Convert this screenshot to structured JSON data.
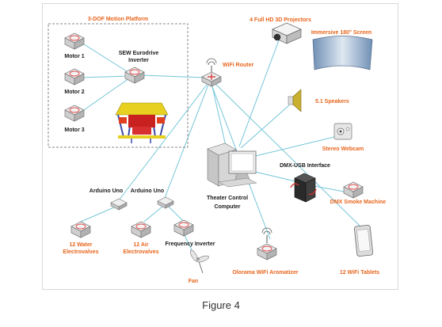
{
  "caption": "Figure 4",
  "colors": {
    "link": "#74c6d8",
    "orange_label": "#e8651c",
    "black_label": "#1a1a1a",
    "dashed_box": "#8a8a8a"
  },
  "nodes": {
    "motion_platform": "3-DOF Motion Platform",
    "motor1": "Motor 1",
    "motor2": "Motor 2",
    "motor3": "Motor 3",
    "inverter_line1": "SEW Eurodrive",
    "inverter_line2": "Inverter",
    "router": "WiFi Router",
    "projectors": "4 Full HD 3D Projectors",
    "screen": "Immersive 180° Screen",
    "speakers": "5.1 Speakers",
    "webcam": "Stereo Webcam",
    "dmx_interface": "DMX-USB Interface",
    "smoke": "DMX Smoke Machine",
    "computer_line1": "Theater Control",
    "computer_line2": "Computer",
    "arduino1": "Arduino Uno",
    "arduino2": "Arduino Uno",
    "water_line1": "12 Water",
    "water_line2": "Electrovalves",
    "air_line1": "12 Air",
    "air_line2": "Electrovalves",
    "freq_inverter": "Frequency Inverter",
    "fan": "Fan",
    "aromatizer": "Olorama WiFi Aromatizer",
    "tablets": "12 WiFi Tablets"
  }
}
